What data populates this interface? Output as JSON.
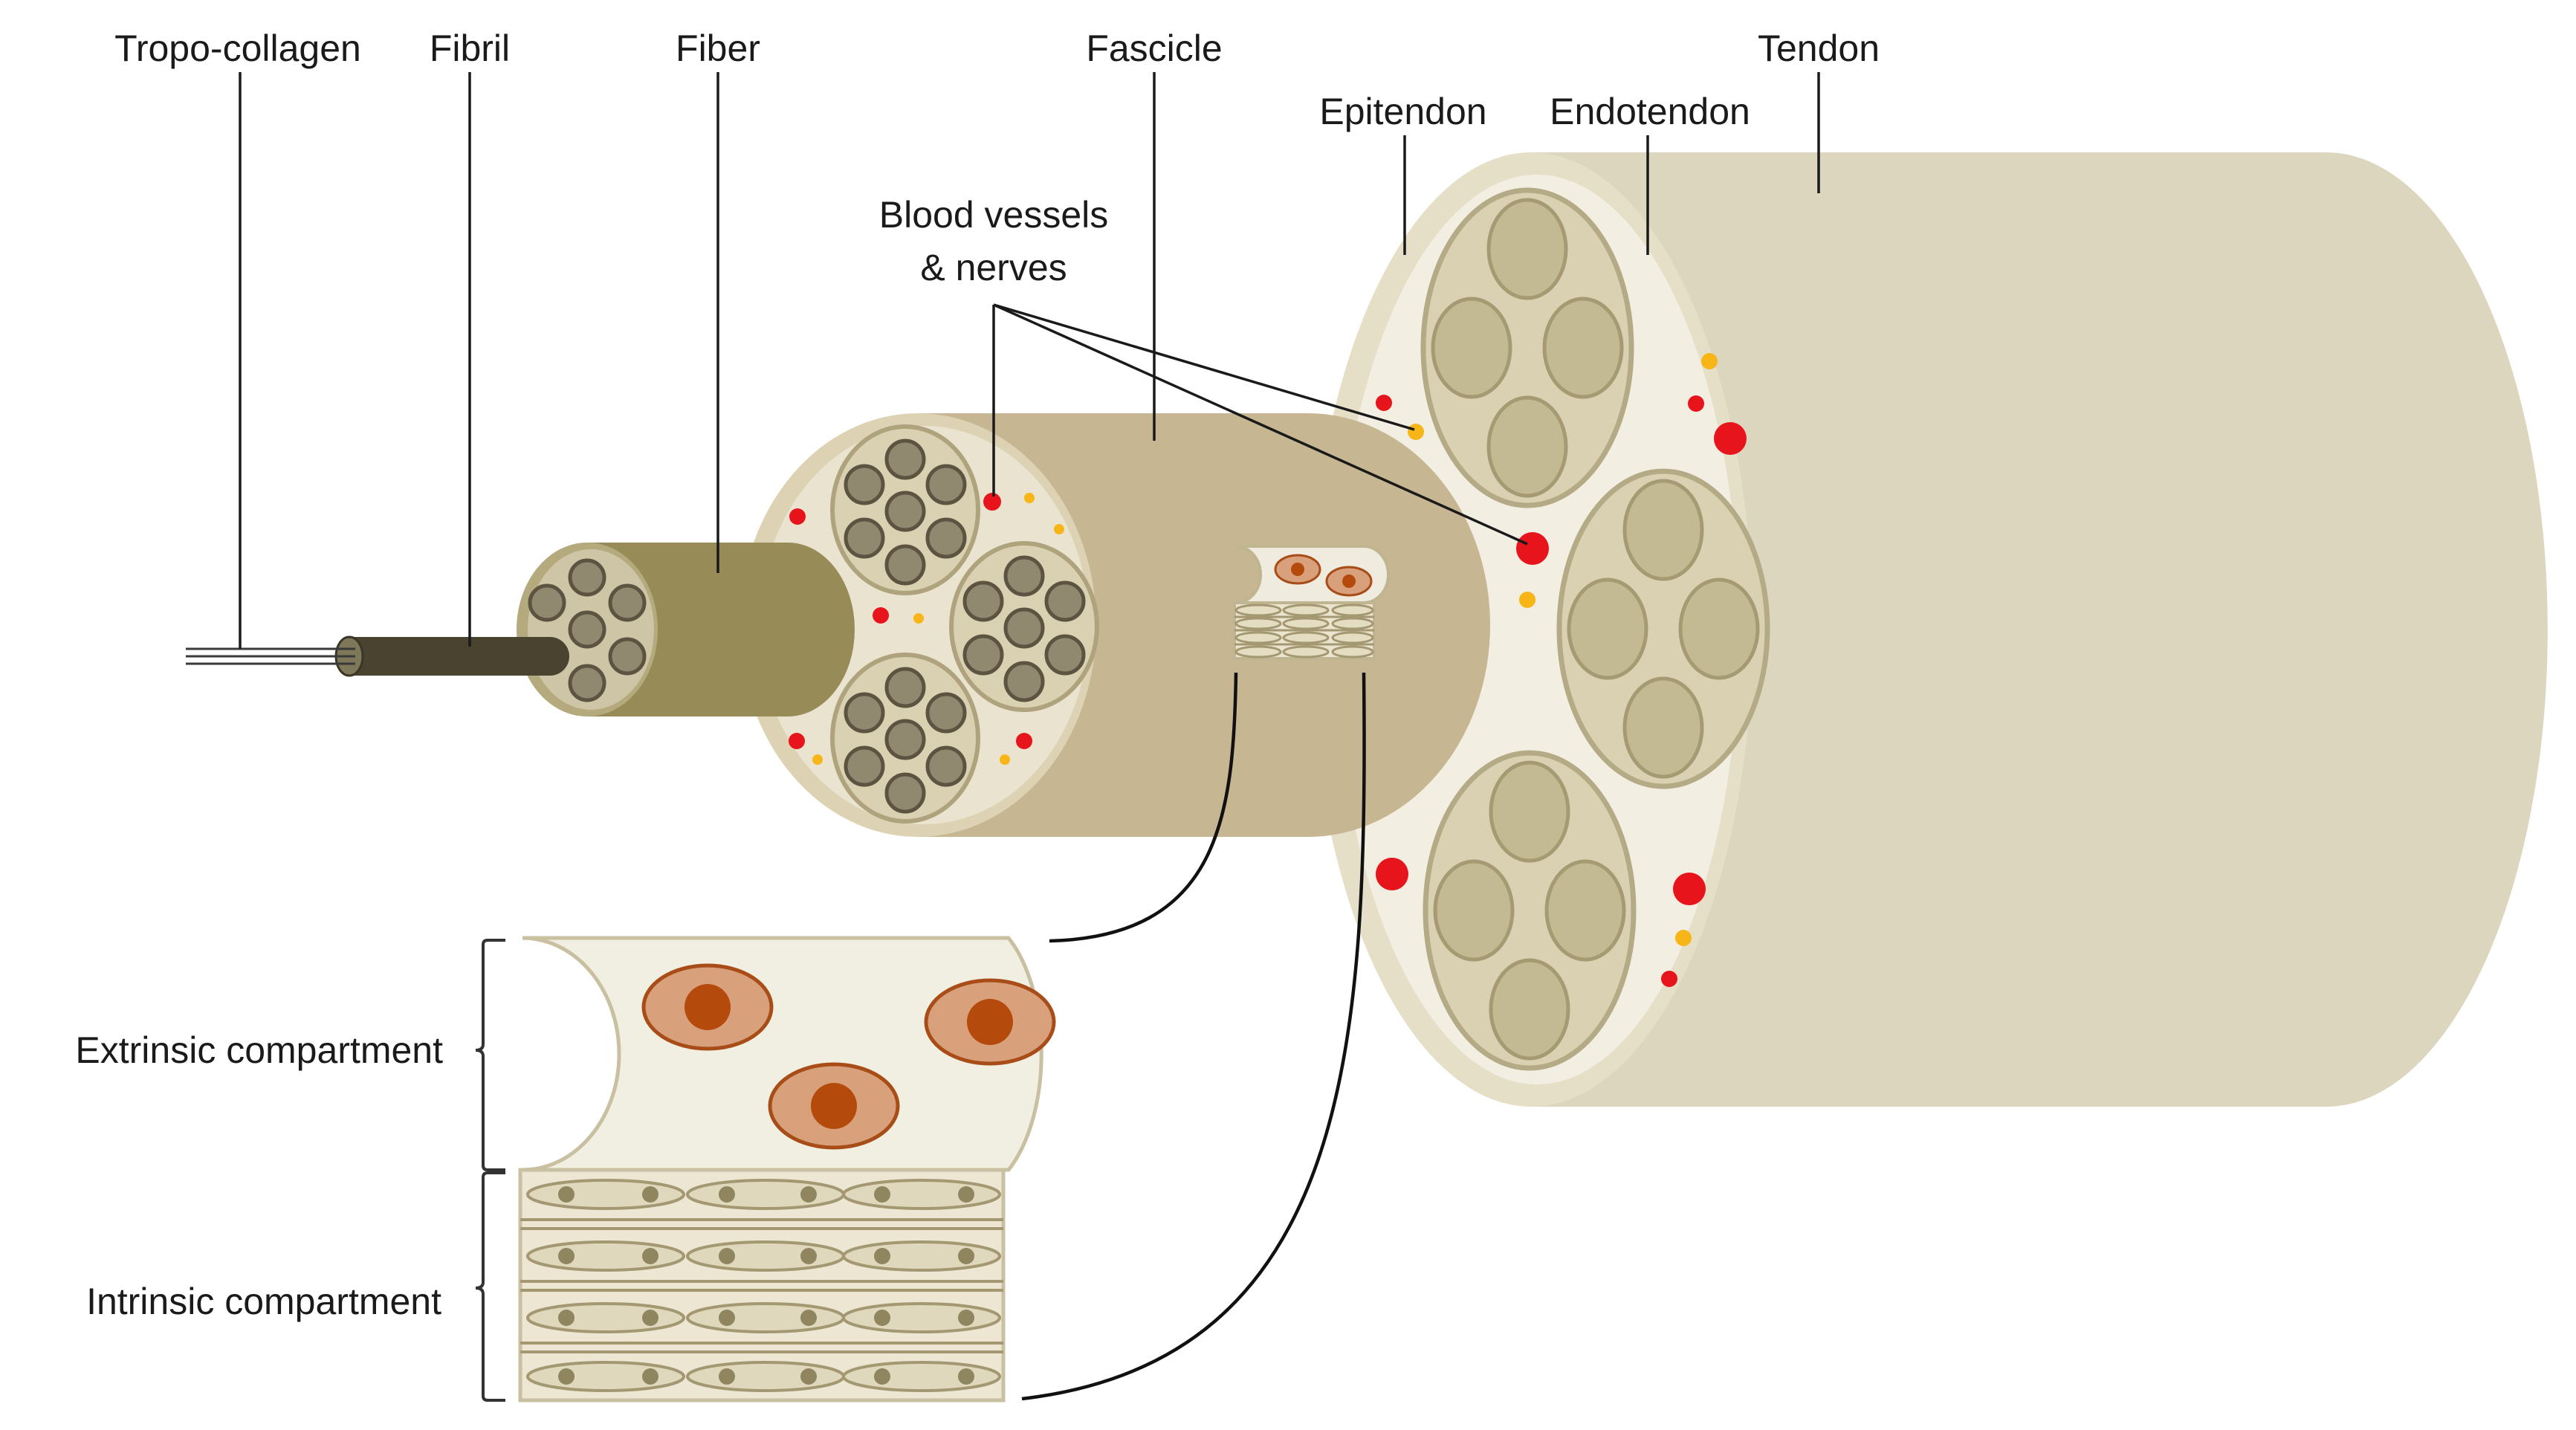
{
  "labels": {
    "tropocollagen": "Tropo-collagen",
    "fibril": "Fibril",
    "fiber": "Fiber",
    "fascicle": "Fascicle",
    "tendon": "Tendon",
    "epitendon": "Epitendon",
    "endotendon": "Endotendon",
    "blood_vessels_line1": "Blood vessels",
    "blood_vessels_line2": "& nerves",
    "extrinsic": "Extrinsic compartment",
    "intrinsic": "Intrinsic compartment"
  },
  "colors": {
    "tendon_body": "#ddd6be",
    "tendon_face": "#efeada",
    "fascicle_body": "#c6b792",
    "fascicle_face": "#e7e0cb",
    "fiber_body": "#978c57",
    "fiber_face": "#c8c0a0",
    "fibril": "#4a4330",
    "circle_fill": "#918870",
    "circle_stroke": "#5c5440",
    "bundle_fill": "#dad1b2",
    "bundle_stroke": "#b4aa85",
    "blood_vessel": "#e8141c",
    "nerve": "#f7b517",
    "cell_outer": "#d9a07c",
    "cell_nucleus": "#b44a0c",
    "cell_stroke": "#a84d18"
  }
}
